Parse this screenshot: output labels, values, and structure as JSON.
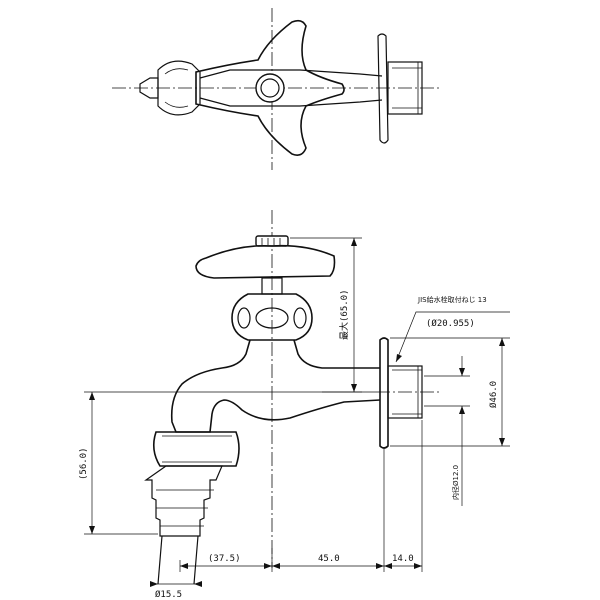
{
  "colors": {
    "line": "#111111",
    "background": "#ffffff"
  },
  "dimensions": {
    "max_height": "最大(65.0)",
    "thread_spec": "JIS給水栓取付ねじ 13",
    "thread_dia": "(Ø20.955)",
    "flange_dia": "Ø46.0",
    "inner_dia": "内径Ø12.0",
    "spout_height": "(56.0)",
    "w_left": "(37.5)",
    "w_mid": "45.0",
    "w_right": "14.0",
    "hose_dia": "Ø15.5"
  }
}
